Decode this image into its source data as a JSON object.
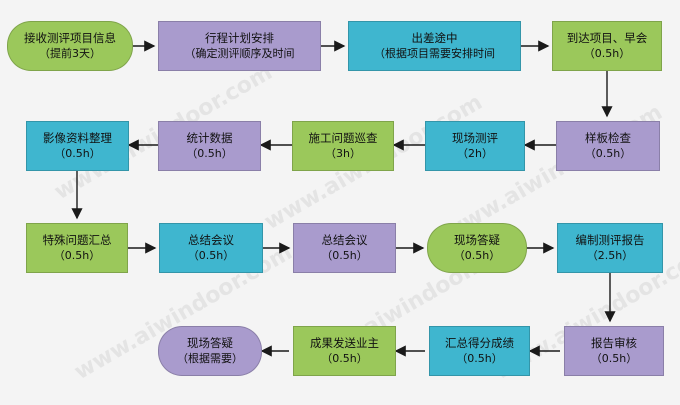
{
  "flow": {
    "n1": {
      "line1": "接收测评项目信息",
      "line2": "（提前3天）",
      "color": "#9bc85b"
    },
    "n2": {
      "line1": "行程计划安排",
      "line2": "（确定测评顺序及时间",
      "color": "#a99bcd"
    },
    "n3": {
      "line1": "出差途中",
      "line2": "（根据项目需要安排时间",
      "color": "#3fb6cf"
    },
    "n4": {
      "line1": "到达项目、早会",
      "line2": "（0.5h）",
      "color": "#9bc85b"
    },
    "n5": {
      "line1": "样板检查",
      "line2": "（0.5h）",
      "color": "#a99bcd"
    },
    "n6": {
      "line1": "现场测评",
      "line2": "（2h）",
      "color": "#3fb6cf"
    },
    "n7": {
      "line1": "施工问题巡查",
      "line2": "（3h）",
      "color": "#9bc85b"
    },
    "n8": {
      "line1": "统计数据",
      "line2": "（0.5h）",
      "color": "#a99bcd"
    },
    "n9": {
      "line1": "影像资料整理",
      "line2": "（0.5h）",
      "color": "#3fb6cf"
    },
    "n10": {
      "line1": "特殊问题汇总",
      "line2": "（0.5h）",
      "color": "#9bc85b"
    },
    "n11": {
      "line1": "总结会议",
      "line2": "（0.5h）",
      "color": "#3fb6cf"
    },
    "n12": {
      "line1": "总结会议",
      "line2": "（0.5h）",
      "color": "#a99bcd"
    },
    "n13": {
      "line1": "现场答疑",
      "line2": "（0.5h）",
      "color": "#9bc85b"
    },
    "n14": {
      "line1": "编制测评报告",
      "line2": "（2.5h）",
      "color": "#3fb6cf"
    },
    "n15": {
      "line1": "报告审核",
      "line2": "（0.5h）",
      "color": "#a99bcd"
    },
    "n16": {
      "line1": "汇总得分成绩",
      "line2": "（0.5h）",
      "color": "#3fb6cf"
    },
    "n17": {
      "line1": "成果发送业主",
      "line2": "（0.5h）",
      "color": "#9bc85b"
    },
    "n18": {
      "line1": "现场答疑",
      "line2": "（根据需要）",
      "color": "#a99bcd"
    }
  },
  "watermark": "www.aiwindoor.com"
}
